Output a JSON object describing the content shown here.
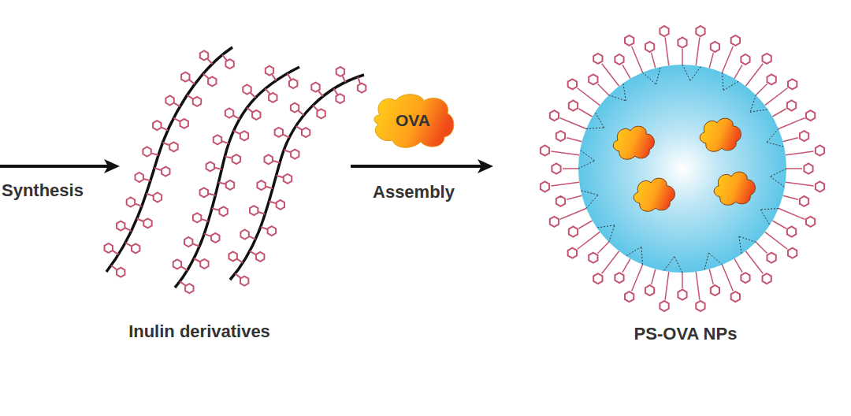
{
  "diagram": {
    "nodes": [
      {
        "text": [
          "OVA"
        ]
      }
    ],
    "labels": [
      "Synthesis",
      "Inulin derivatives",
      "Assembly",
      "PS-OVA NPs"
    ]
  }
}
